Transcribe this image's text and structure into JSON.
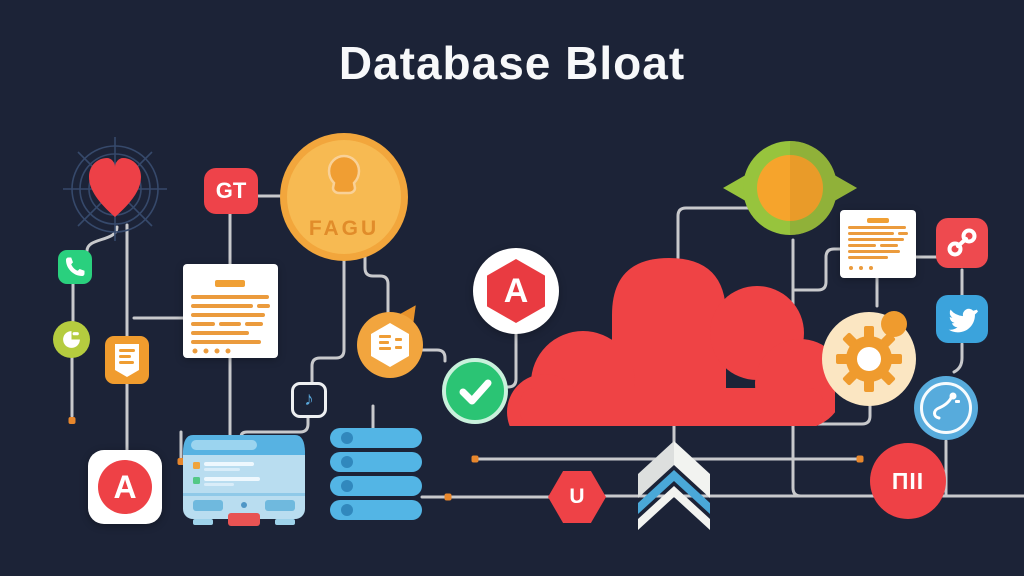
{
  "title": "Database Bloat",
  "labels": {
    "gt": "GT",
    "faqu": "FAGU",
    "angular_a": "A",
    "avatar_a": "A",
    "u_hex": "U",
    "nii": "ПII"
  },
  "icons": {
    "music_note": "♪"
  },
  "colors": {
    "background": "#1c2337",
    "connector_line": "#c8c9cc",
    "red": "#ee4146",
    "orange": "#f2a43c",
    "dark_orange": "#e8932b",
    "green": "#2ad07e",
    "check_green": "#2bc474",
    "lime": "#b5cc3f",
    "blue": "#54b4e4",
    "twitter_blue": "#3ba3dc",
    "cream": "#fbe6c2",
    "white": "#ffffff"
  },
  "icon_names": [
    "target-heart-icon",
    "phone-icon",
    "pie-chart-icon",
    "bookmark-document-icon",
    "avatar-a-badge",
    "terminal-icon",
    "server-stack-icon",
    "music-note-icon",
    "faq-avatar-badge",
    "gt-badge",
    "document-panel-left",
    "hex-document-icon",
    "check-icon",
    "angular-badge",
    "database-cloud",
    "eye-icon",
    "document-panel-right",
    "chain-link-icon",
    "twitter-icon",
    "gear-icon",
    "key-icon",
    "nii-badge",
    "u-hex-badge",
    "chevron-badge"
  ]
}
